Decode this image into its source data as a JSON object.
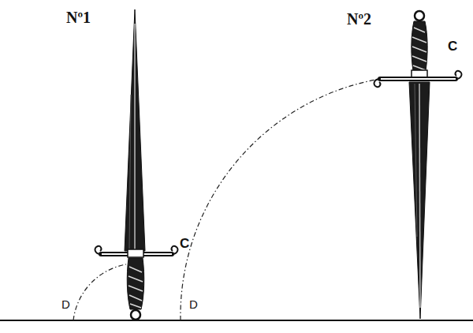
{
  "diagram": {
    "labels": [
      "Nº1",
      "Nº2",
      "C",
      "C",
      "D",
      "D"
    ]
  }
}
